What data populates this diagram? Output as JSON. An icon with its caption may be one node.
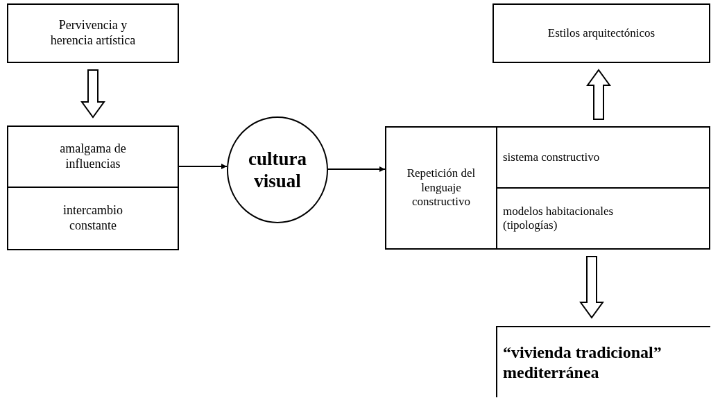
{
  "diagram": {
    "nodes": [
      {
        "text": [
          "Pervivencia y herencia artística"
        ]
      },
      {
        "text": [],
        "shape": "box"
      },
      {
        "text": [
          "amalgama de influencias"
        ],
        "in": 1
      },
      {
        "text": [
          "intercambio constante"
        ],
        "in": 1
      },
      {
        "text": [
          "cultura visual"
        ]
      },
      {
        "text": [],
        "shape": "box"
      },
      {
        "text": [
          "Repetición del lenguaje constructivo"
        ],
        "in": 5
      },
      {
        "text": [
          "sistema constructivo"
        ],
        "in": 5
      },
      {
        "text": [
          "modelos habitacionales (tipologías)"
        ],
        "in": 5
      },
      {
        "text": [
          "Estilos arquitectónicos"
        ]
      },
      {
        "text": [
          "“vivienda tradicional” mediterránea"
        ]
      }
    ],
    "edges": [
      {
        "from": 0,
        "to": 1,
        "arrow": "to",
        "style": "thick"
      },
      {
        "from": 1,
        "to": 4,
        "arrow": "to"
      },
      {
        "from": 4,
        "to": 5,
        "arrow": "to"
      },
      {
        "from": 5,
        "to": 9,
        "arrow": "to",
        "style": "thick"
      },
      {
        "from": 5,
        "to": 10,
        "arrow": "to",
        "style": "thick"
      }
    ]
  }
}
